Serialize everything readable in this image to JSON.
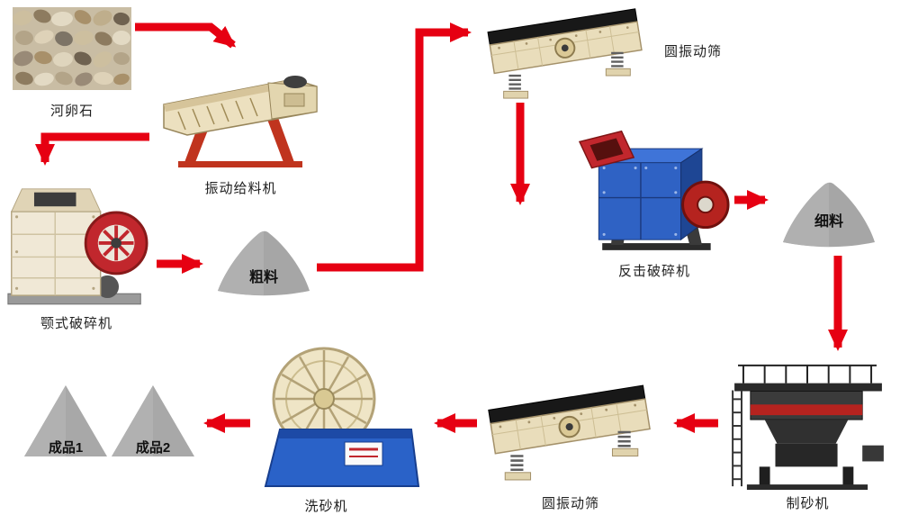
{
  "diagram": {
    "nodes": {
      "pebbles": {
        "label": "河卵石"
      },
      "feeder": {
        "label": "振动给料机"
      },
      "jaw_crusher": {
        "label": "颚式破碎机"
      },
      "coarse_material": {
        "label": "粗料"
      },
      "screen_top": {
        "label": "圆振动筛"
      },
      "impact_crusher": {
        "label": "反击破碎机"
      },
      "fine_material": {
        "label": "细料"
      },
      "sand_maker": {
        "label": "制砂机"
      },
      "screen_bottom": {
        "label": "圆振动筛"
      },
      "sand_washer": {
        "label": "洗砂机"
      },
      "product_1": {
        "label": "成品1"
      },
      "product_2": {
        "label": "成品2"
      }
    },
    "edges": [
      {
        "from": "pebbles",
        "to": "feeder"
      },
      {
        "from": "feeder",
        "to": "jaw_crusher"
      },
      {
        "from": "jaw_crusher",
        "to": "coarse_material"
      },
      {
        "from": "coarse_material",
        "to": "screen_top"
      },
      {
        "from": "screen_top",
        "to": "impact_crusher"
      },
      {
        "from": "impact_crusher",
        "to": "fine_material"
      },
      {
        "from": "fine_material",
        "to": "sand_maker"
      },
      {
        "from": "sand_maker",
        "to": "screen_bottom"
      },
      {
        "from": "screen_bottom",
        "to": "sand_washer"
      },
      {
        "from": "sand_washer",
        "to": "product_2"
      }
    ],
    "colors": {
      "arrow": "#e60012",
      "pile_gray": "#a6a6a6",
      "machine_beige": "#e9ddbb",
      "machine_blue": "#2f62c4",
      "stand_red": "#c0341e",
      "dark_machine": "#2a2a2a",
      "background": "#ffffff"
    }
  }
}
